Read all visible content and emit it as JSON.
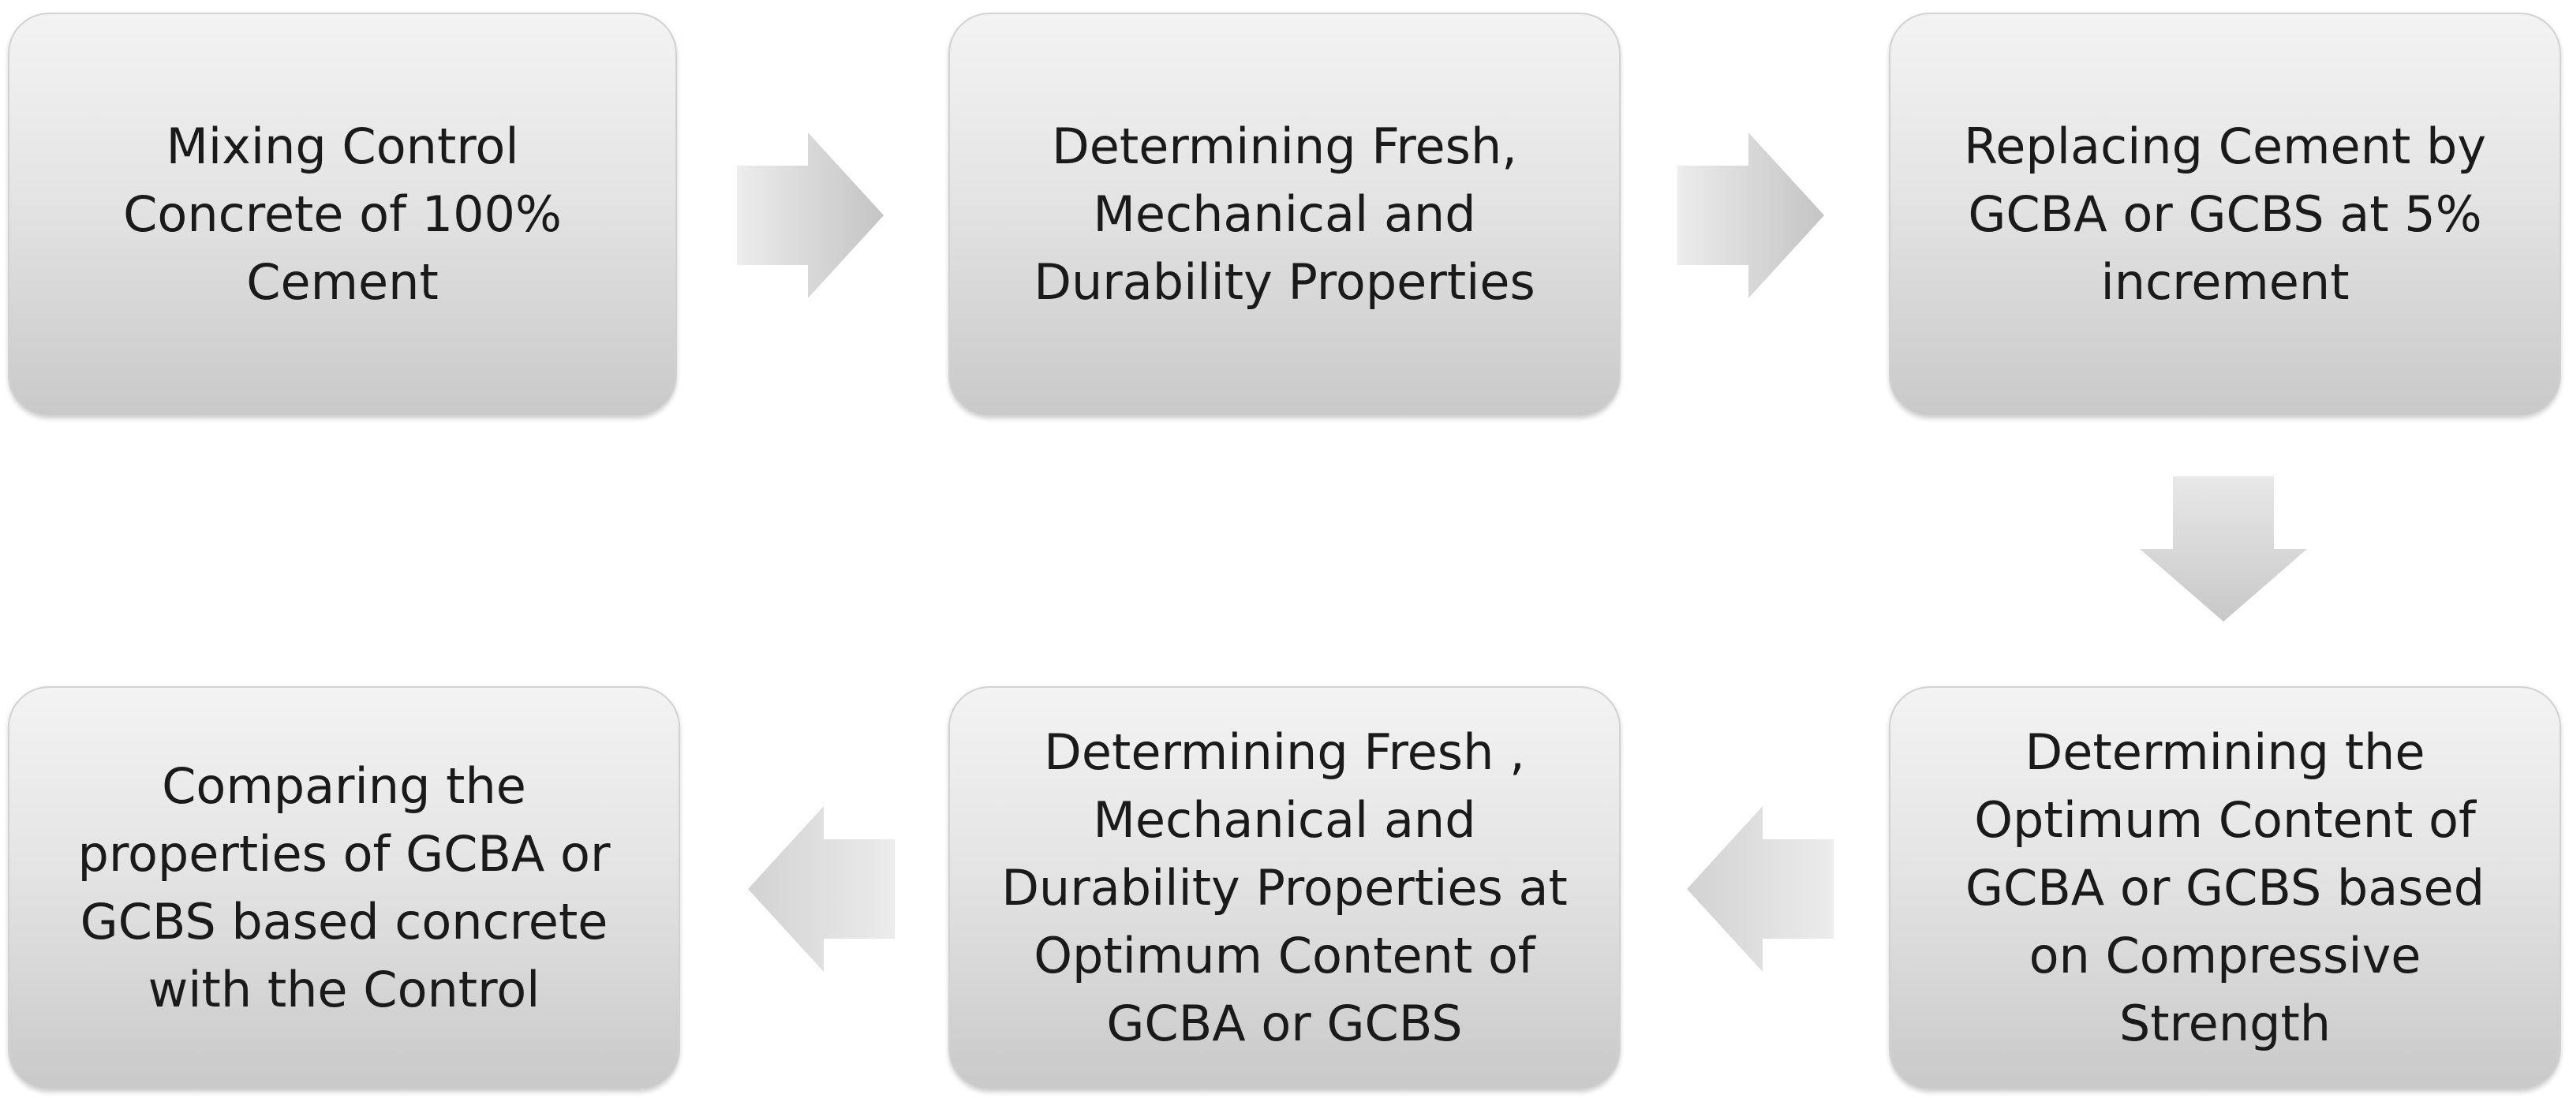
{
  "diagram": {
    "steps": [
      {
        "text": "Mixing Control\nConcrete of 100%\nCement"
      },
      {
        "text": "Determining Fresh,\nMechanical and\nDurability Properties"
      },
      {
        "text": "Replacing Cement by\nGCBA or GCBS at 5%\nincrement"
      },
      {
        "text": "Determining the\nOptimum Content of\nGCBA or GCBS based\non Compressive\nStrength"
      },
      {
        "text": "Determining Fresh ,\nMechanical and\nDurability Properties at\nOptimum Content of\nGCBA or GCBS"
      },
      {
        "text": "Comparing the\nproperties of GCBA or\nGCBS  based concrete\nwith the Control"
      }
    ],
    "connectors": [
      {
        "from": 1,
        "to": 2,
        "direction": "right"
      },
      {
        "from": 2,
        "to": 3,
        "direction": "right"
      },
      {
        "from": 3,
        "to": 4,
        "direction": "down"
      },
      {
        "from": 4,
        "to": 5,
        "direction": "left"
      },
      {
        "from": 5,
        "to": 6,
        "direction": "left"
      }
    ]
  }
}
